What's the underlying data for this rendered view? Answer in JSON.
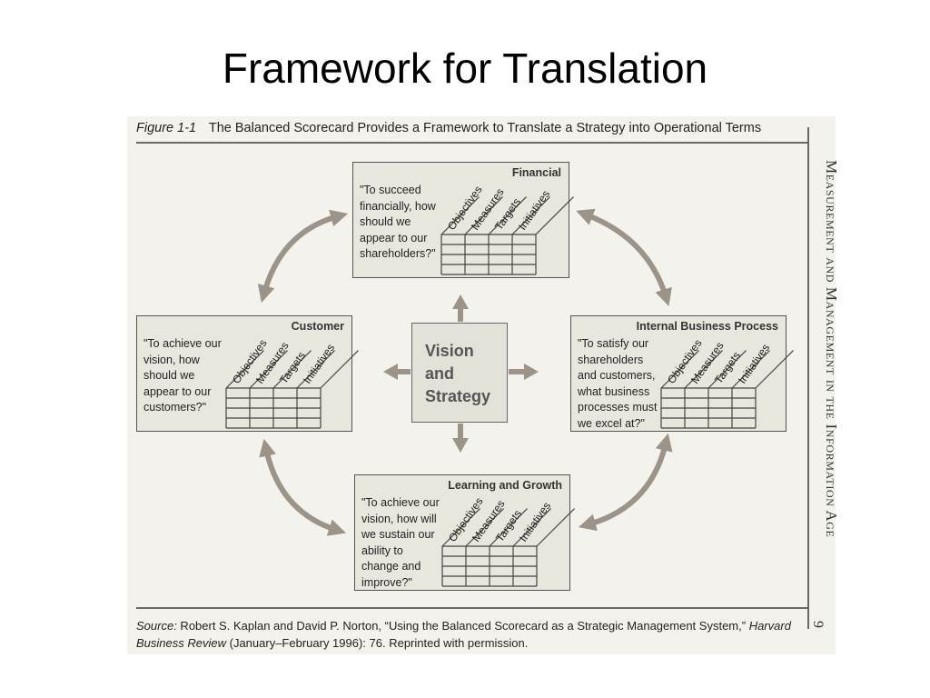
{
  "slide_title": "Framework for Translation",
  "figure": {
    "number": "Figure 1-1",
    "caption": "The Balanced Scorecard Provides a Framework to Translate a Strategy into Operational Terms"
  },
  "columns": [
    "Objectives",
    "Measures",
    "Targets",
    "Initiatives"
  ],
  "perspectives": {
    "financial": {
      "title": "Financial",
      "question": "\"To succeed\nfinancially, how\nshould we\nappear to our\nshareholders?\""
    },
    "customer": {
      "title": "Customer",
      "question": "\"To achieve our\nvision, how\nshould we\nappear to our\ncustomers?\""
    },
    "internal": {
      "title": "Internal Business Process",
      "question": "\"To satisfy our\nshareholders\nand customers,\nwhat business\nprocesses must\nwe excel at?\""
    },
    "learning": {
      "title": "Learning and Growth",
      "question": "\"To achieve our\nvision, how will\nwe sustain our\nability to\nchange and\nimprove?\""
    }
  },
  "vision": {
    "text": "Vision\nand\nStrategy"
  },
  "source": {
    "label": "Source:",
    "text_1": " Robert S. Kaplan and David P. Norton, “Using the Balanced Scorecard as a Strategic Management System,” ",
    "journal": "Harvard Business Review",
    "text_2": " (January–February 1996): 76. Reprinted with permission."
  },
  "side_heading": "Measurement and Management in the Information Age",
  "page_number": "9",
  "colors": {
    "box_fill": "#e9e6dd",
    "arrow_fill": "#9c9488",
    "border": "#555555"
  }
}
